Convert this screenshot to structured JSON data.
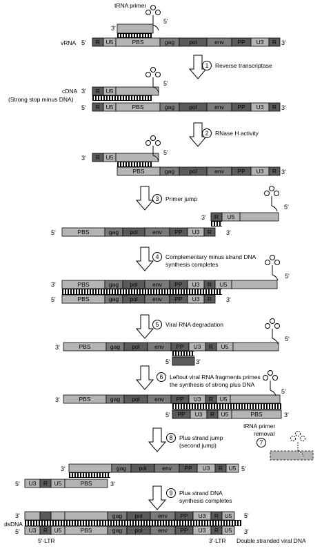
{
  "colors": {
    "light": "#b4b4b4",
    "mid": "#7a7a7a",
    "dark": "#5a5a5a",
    "stroke": "#000000",
    "text": "#000000"
  },
  "labels": {
    "trna_primer": "tRNA primer",
    "vrna": "vRNA",
    "cdna": "cDNA",
    "strong_stop": "(Strong stop minus DNA)",
    "dsdna": "dsDNA",
    "ltr5": "5'-LTR",
    "ltr3": "3'-LTR",
    "double_stranded": "Double stranded viral DNA",
    "trna_removal_1": "tRNA primer",
    "trna_removal_2": "removal",
    "trna_removal_num": "7"
  },
  "steps": [
    {
      "num": "1",
      "text": [
        "Reverse transcriptase"
      ]
    },
    {
      "num": "2",
      "text": [
        "RNase H activity"
      ]
    },
    {
      "num": "3",
      "text": [
        "Primer jump"
      ]
    },
    {
      "num": "4",
      "text": [
        "Complementary minus strand DNA",
        "synthesis completes"
      ]
    },
    {
      "num": "5",
      "text": [
        "Viral RNA degradation"
      ]
    },
    {
      "num": "6",
      "text": [
        "Leftout viral RNA fragments primes",
        "the synthesis of strong plus DNA"
      ]
    },
    {
      "num": "8",
      "text": [
        "Plus strand jump",
        "(second jump)"
      ]
    },
    {
      "num": "9",
      "text": [
        "Plus strand DNA",
        "synthesis completes"
      ]
    }
  ],
  "ends": {
    "five": "5'",
    "three": "3'"
  },
  "segments": {
    "R": "R",
    "U5": "U5",
    "PBS": "PBS",
    "gag": "gag",
    "pol": "pol",
    "env": "env",
    "PP": "PP",
    "U3": "U3"
  }
}
